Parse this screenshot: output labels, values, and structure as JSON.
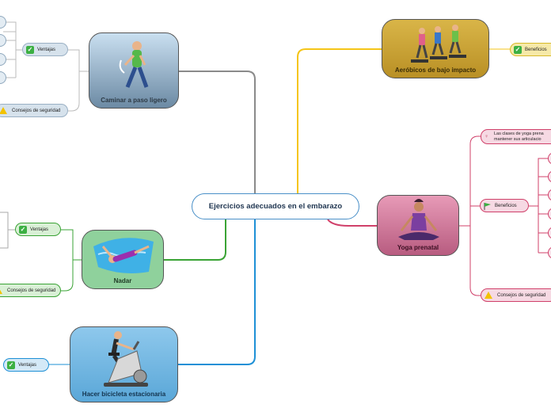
{
  "central": {
    "title": "Ejercicios adecuados en el embarazo"
  },
  "topics": {
    "caminar": {
      "title": "Caminar a paso ligero",
      "ventajas": "Ventajas",
      "consejos": "Consejos de seguridad"
    },
    "nadar": {
      "title": "Nadar",
      "ventajas": "Ventajas",
      "consejos": "Consejos de seguridad"
    },
    "bicicleta": {
      "title": "Hacer bicicleta estacionaria",
      "ventajas": "Ventajas"
    },
    "aerobicos": {
      "title": "Aeróbicos de bajo impacto",
      "beneficios": "Beneficios"
    },
    "yoga": {
      "title": "Yoga prenatal",
      "note_line1": "Las clases de yoga prena",
      "note_line2": "mantener sus articulacio",
      "beneficios": "Beneficios",
      "consejos": "Consejos de seguridad"
    }
  },
  "colors": {
    "caminar": "#808080",
    "nadar": "#3aa335",
    "bicicleta": "#1e90d6",
    "aerobicos": "#f5c518",
    "yoga": "#d0406a"
  },
  "icons": {
    "ventajas": "checkmark-icon",
    "consejos": "warning-icon",
    "beneficios": "flag-icon"
  }
}
